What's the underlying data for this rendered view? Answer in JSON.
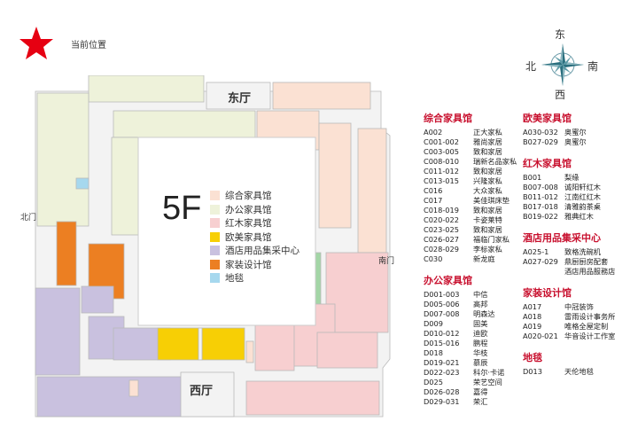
{
  "current_position": {
    "label": "当前位置",
    "marker": "red-star-icon",
    "color": "#e60012"
  },
  "compass": {
    "north": "北",
    "south": "南",
    "east": "东",
    "west": "西"
  },
  "floor_label": "5F",
  "halls": {
    "east": "东厅",
    "west": "西厅",
    "north_gate": "北门",
    "south_gate": "南门"
  },
  "legend": [
    {
      "label": "综合家具馆",
      "color": "#fbe1d3"
    },
    {
      "label": "办公家具馆",
      "color": "#eef2da"
    },
    {
      "label": "红木家具馆",
      "color": "#f7cfd0"
    },
    {
      "label": "欧美家具馆",
      "color": "#f7cf05"
    },
    {
      "label": "酒店用品集采中心",
      "color": "#c9c1df"
    },
    {
      "label": "家装设计馆",
      "color": "#ec7f22"
    },
    {
      "label": "地毯",
      "color": "#a6d8ee"
    }
  ],
  "map_colors": {
    "comprehensive": "#fbe1d3",
    "office": "#eef2da",
    "redwood": "#f7cfd0",
    "euro": "#f7cf05",
    "hotel": "#c9c1df",
    "design": "#ec7f22",
    "carpet": "#a6d8ee",
    "green": "#a3d6a6",
    "corridor": "#f3f3f3",
    "outline": "#b9b9b9"
  },
  "directory": {
    "col1": [
      {
        "title": "综合家具馆",
        "rows": [
          {
            "code": "A002",
            "name": "正大家私"
          },
          {
            "code": "C001-002",
            "name": "雅尚家居"
          },
          {
            "code": "C003-005",
            "name": "致和家居"
          },
          {
            "code": "C008-010",
            "name": "瑞新名品家私"
          },
          {
            "code": "C011-012",
            "name": "致和家居"
          },
          {
            "code": "C013-015",
            "name": "兴隆家私"
          },
          {
            "code": "C016",
            "name": "大众家私"
          },
          {
            "code": "C017",
            "name": "美佳琪床垫"
          },
          {
            "code": "C018-019",
            "name": "致和家居"
          },
          {
            "code": "C020-022",
            "name": "卡姿莱特"
          },
          {
            "code": "C023-025",
            "name": "致和家居"
          },
          {
            "code": "C026-027",
            "name": "福临门家私"
          },
          {
            "code": "C028-029",
            "name": "李标家私"
          },
          {
            "code": "C030",
            "name": "新龙庭"
          }
        ]
      },
      {
        "title": "办公家具馆",
        "rows": [
          {
            "code": "D001-003",
            "name": "中信"
          },
          {
            "code": "D005-006",
            "name": "高邦"
          },
          {
            "code": "D007-008",
            "name": "明森达"
          },
          {
            "code": "D009",
            "name": "固美"
          },
          {
            "code": "D010-012",
            "name": "迪欧"
          },
          {
            "code": "D015-016",
            "name": "鹏程"
          },
          {
            "code": "D018",
            "name": "华枝"
          },
          {
            "code": "D019-021",
            "name": "慕辰"
          },
          {
            "code": "D022-023",
            "name": "科尔·卡诺"
          },
          {
            "code": "D025",
            "name": "荣艺空间"
          },
          {
            "code": "D026-028",
            "name": "嘉得"
          },
          {
            "code": "D029-031",
            "name": "荣汇"
          }
        ]
      }
    ],
    "col2": [
      {
        "title": "欧美家具馆",
        "rows": [
          {
            "code": "A030-032",
            "name": "奥蜜尔"
          },
          {
            "code": "B027-029",
            "name": "奥蜜尔"
          }
        ]
      },
      {
        "title": "红木家具馆",
        "rows": [
          {
            "code": "B001",
            "name": "梨缘"
          },
          {
            "code": "B007-008",
            "name": "诚阳轩红木"
          },
          {
            "code": "B011-012",
            "name": "江南红红木"
          },
          {
            "code": "B017-018",
            "name": "清雅韵茶桌"
          },
          {
            "code": "B019-022",
            "name": "雅典红木"
          }
        ]
      },
      {
        "title": "酒店用品集采中心",
        "rows": [
          {
            "code": "A025-1",
            "name": "致格洗碗机"
          },
          {
            "code": "A027-029",
            "name": "鼎厨厨房配套"
          },
          {
            "code": "",
            "name": "酒店用品服務店"
          }
        ]
      },
      {
        "title": "家装设计馆",
        "rows": [
          {
            "code": "A017",
            "name": "中冠装饰"
          },
          {
            "code": "A018",
            "name": "雷雨设计事务所"
          },
          {
            "code": "A019",
            "name": "唯格全屋定制"
          },
          {
            "code": "A020-021",
            "name": "华音设计工作室"
          }
        ]
      },
      {
        "title": "地毯",
        "rows": [
          {
            "code": "D013",
            "name": "天伦地毯"
          }
        ]
      }
    ]
  }
}
